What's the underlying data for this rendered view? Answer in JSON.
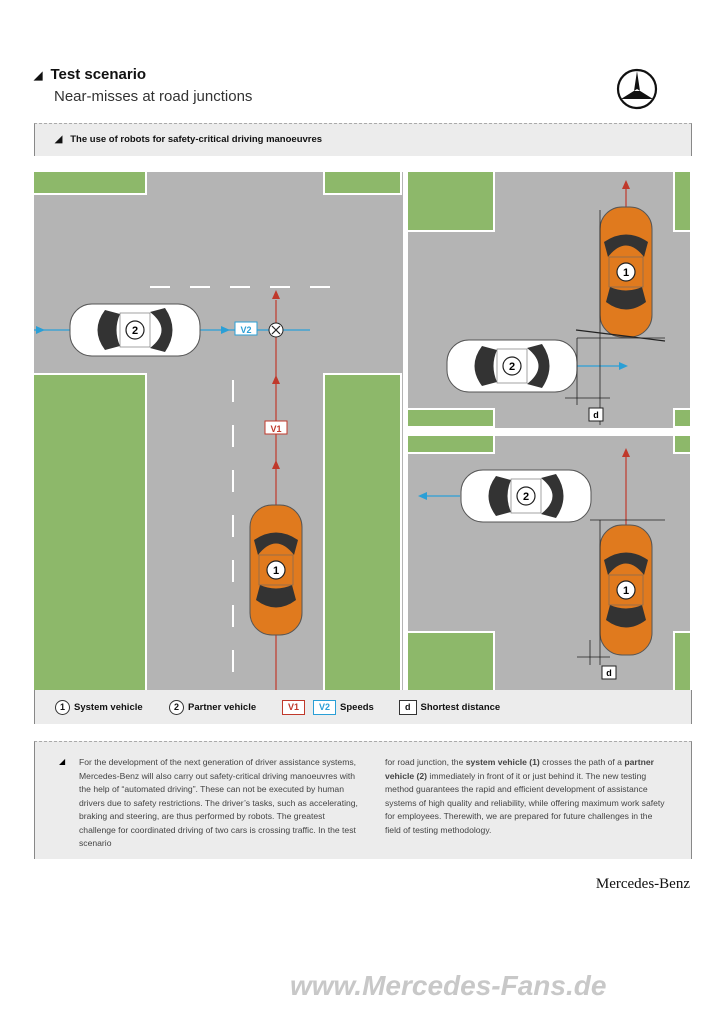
{
  "header": {
    "title": "Test scenario",
    "subtitle": "Near-misses at road junctions"
  },
  "section_title": "The use of robots for safety-critical driving manoeuvres",
  "diagram": {
    "car1_label": "1",
    "car2_label": "2",
    "v1": "V1",
    "v2": "V2",
    "d": "d",
    "colors": {
      "road": "#b4b4b4",
      "grass": "#8db86a",
      "car1": "#e07a1e",
      "car2": "#ffffff",
      "v1": "#c0392b",
      "v2": "#2a9fd6"
    }
  },
  "legend": {
    "system_num": "1",
    "system": "System vehicle",
    "partner_num": "2",
    "partner": "Partner vehicle",
    "v1": "V1",
    "v2": "V2",
    "speeds": "Speeds",
    "d": "d",
    "distance": "Shortest distance"
  },
  "body": {
    "col1": "For the development of the next generation of driver assistance systems, Mercedes-Benz will also carry out safety-critical driving manoeuvres with the help of “automated driving”. These can not be executed by human drivers due to safety restrictions. The driver’s tasks, such as accelerating, braking and steering, are thus performed by robots. The greatest challenge for coordinated driving of two cars is crossing traffic. In the test scenario",
    "col2_a": "for road junction, the ",
    "col2_b": "system vehicle (1)",
    "col2_c": " crosses the path of a ",
    "col2_d": "partner vehicle (2)",
    "col2_e": " immediately in front of it or just behind it. The new testing method guarantees the rapid and efficient development of assistance systems of high quality and reliability, while offering maximum work safety for employees. Therewith, we are prepared for future challenges in the field of testing methodology."
  },
  "brand": "Mercedes-Benz",
  "watermark": "www.Mercedes-Fans.de"
}
